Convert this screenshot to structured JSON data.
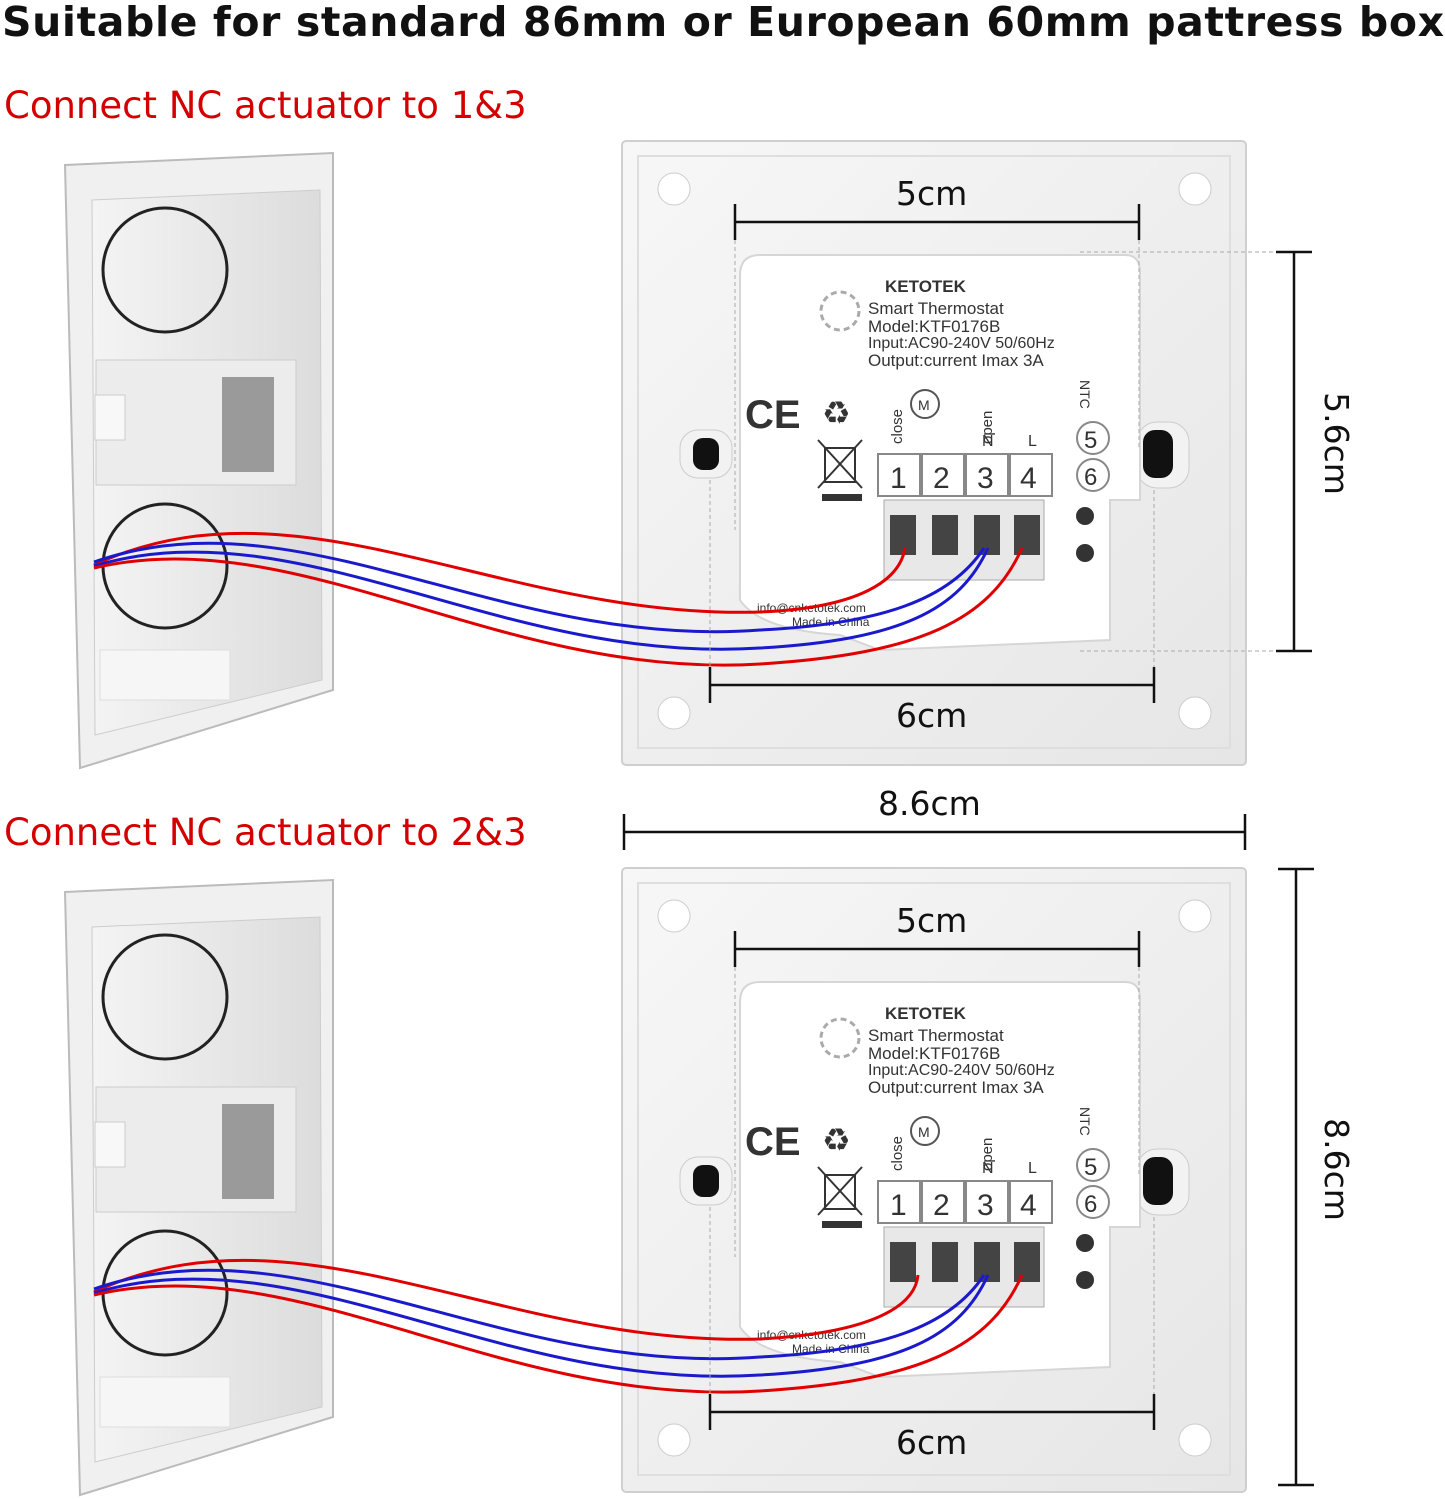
{
  "heading": "Suitable for standard 86mm or European 60mm pattress box",
  "sections": [
    {
      "caption": "Connect NC actuator to 1&3",
      "dimensions": {
        "top_width": "5cm",
        "bottom_width": "6cm",
        "right_height": "5.6cm"
      }
    },
    {
      "caption": "Connect NC actuator to 2&3",
      "dimensions": {
        "top_width": "5cm",
        "bottom_width": "6cm",
        "right_height": "8.6cm"
      }
    }
  ],
  "middle_width": "8.6cm",
  "device_label": {
    "brand": "KETOTEK",
    "product": "Smart Thermostat",
    "model": "Model:KTF0176B",
    "input": "Input:AC90-240V 50/60Hz",
    "output": "Output:current Imax 3A",
    "email": "info@cnketotek.com",
    "origin": "Made in China",
    "ce_mark": "CE"
  },
  "terminal_labels": {
    "close": "close",
    "open": "open",
    "neutral": "N",
    "live": "L",
    "ntc": "NTC",
    "motor": "M",
    "numbers": [
      "1",
      "2",
      "3",
      "4",
      "5",
      "6"
    ]
  },
  "wire_colors": {
    "red": "#e00000",
    "blue": "#1a1acc"
  }
}
